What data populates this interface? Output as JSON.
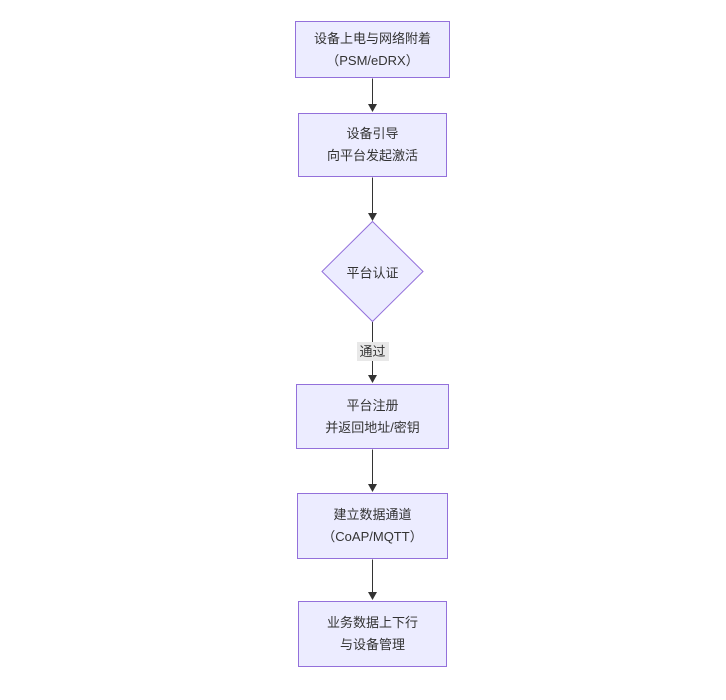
{
  "diagram": {
    "type": "flowchart",
    "direction": "top-down",
    "nodes": [
      {
        "id": "power-attach",
        "shape": "rect",
        "lines": [
          "设备上电与网络附着",
          "（PSM/eDRX）"
        ]
      },
      {
        "id": "bootstrap",
        "shape": "rect",
        "lines": [
          "设备引导",
          "向平台发起激活"
        ]
      },
      {
        "id": "platform-auth",
        "shape": "diamond",
        "lines": [
          "平台认证"
        ]
      },
      {
        "id": "platform-register",
        "shape": "rect",
        "lines": [
          "平台注册",
          "并返回地址/密钥"
        ]
      },
      {
        "id": "data-channel",
        "shape": "rect",
        "lines": [
          "建立数据通道",
          "（CoAP/MQTT）"
        ]
      },
      {
        "id": "business-data",
        "shape": "rect",
        "lines": [
          "业务数据上下行",
          "与设备管理"
        ]
      }
    ],
    "edges": [
      {
        "from": "power-attach",
        "to": "bootstrap",
        "label": ""
      },
      {
        "from": "bootstrap",
        "to": "platform-auth",
        "label": ""
      },
      {
        "from": "platform-auth",
        "to": "platform-register",
        "label": "通过"
      },
      {
        "from": "platform-register",
        "to": "data-channel",
        "label": ""
      },
      {
        "from": "data-channel",
        "to": "business-data",
        "label": ""
      }
    ],
    "colors": {
      "node_fill": "#ECECFF",
      "node_border": "#9370DB",
      "edge_line": "#333333",
      "edge_label_bg": "#E8E8E8",
      "text": "#333333",
      "background": "#FFFFFF"
    }
  }
}
